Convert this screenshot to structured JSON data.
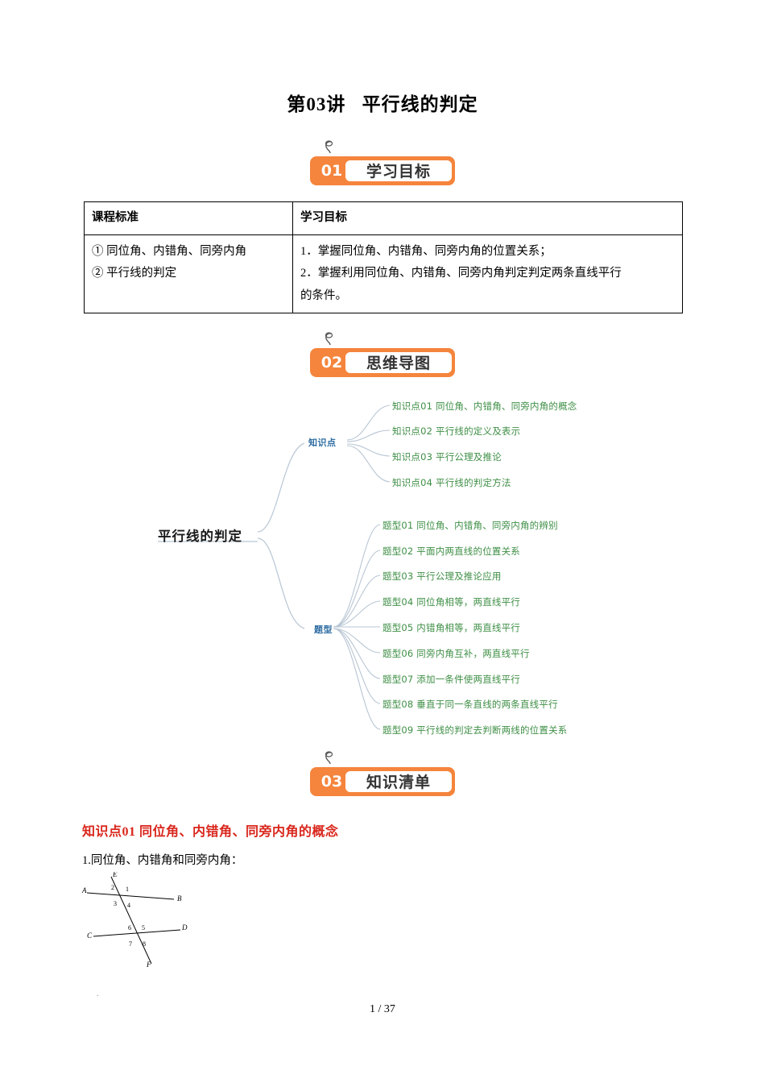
{
  "document": {
    "title_prefix": "第",
    "title_number": "03",
    "title_mid": "讲",
    "title_main": "平行线的判定",
    "page_indicator": "1 / 37",
    "footer_mark": "."
  },
  "sections": [
    {
      "number": "01",
      "label": "学习目标"
    },
    {
      "number": "02",
      "label": "思维导图"
    },
    {
      "number": "03",
      "label": "知识清单"
    }
  ],
  "objectives_table": {
    "headers": [
      "课程标准",
      "学习目标"
    ],
    "left_items": [
      "① 同位角、内错角、同旁内角",
      "② 平行线的判定"
    ],
    "right_items": [
      "1．掌握同位角、内错角、同旁内角的位置关系；",
      "2．掌握利用同位角、内错角、同旁内角判定判定两条直线平行",
      "的条件。"
    ]
  },
  "mindmap": {
    "root": "平行线的判定",
    "branches": [
      {
        "name": "知识点",
        "leaves": [
          "知识点01 同位角、内错角、同旁内角的概念",
          "知识点02 平行线的定义及表示",
          "知识点03 平行公理及推论",
          "知识点04 平行线的判定方法"
        ]
      },
      {
        "name": "题型",
        "leaves": [
          "题型01 同位角、内错角、同旁内角的辨别",
          "题型02 平面内两直线的位置关系",
          "题型03 平行公理及推论应用",
          "题型04 同位角相等，两直线平行",
          "题型05 内错角相等，两直线平行",
          "题型06 同旁内角互补，两直线平行",
          "题型07 添加一条件使两直线平行",
          "题型08 垂直于同一条直线的两条直线平行",
          "题型09 平行线的判定去判断两线的位置关系"
        ]
      }
    ]
  },
  "knowledge": {
    "heading": "知识点01 同位角、内错角、同旁内角的概念",
    "subheading": "1.同位角、内错角和同旁内角：",
    "figure_labels": {
      "E": "E",
      "F": "F",
      "A": "A",
      "B": "B",
      "C": "C",
      "D": "D",
      "a1": "1",
      "a2": "2",
      "a3": "3",
      "a4": "4",
      "a5": "5",
      "a6": "6",
      "a7": "7",
      "a8": "8"
    }
  },
  "colors": {
    "accent_orange": "#f5843c",
    "heading_red": "#d9261c",
    "branch_blue": "#2d6ca2",
    "leaf_green": "#3f8f46",
    "leaf_blue": "#2f7fbf"
  }
}
